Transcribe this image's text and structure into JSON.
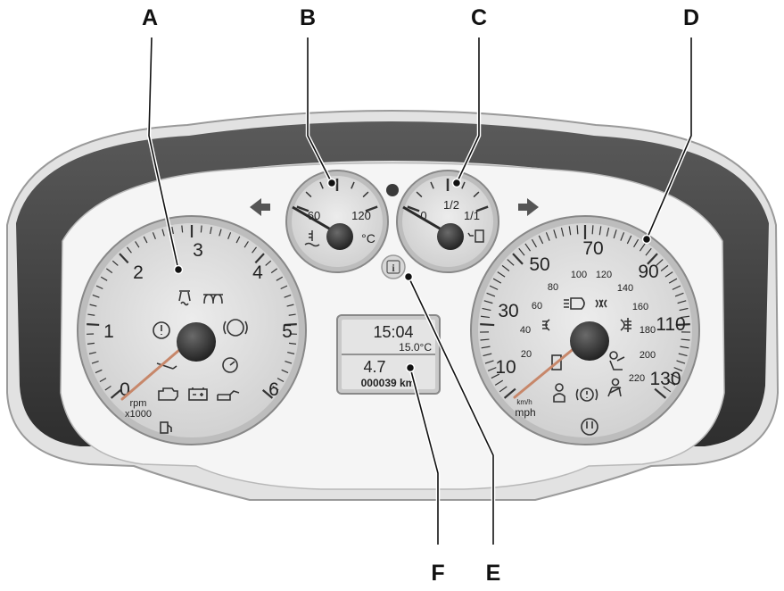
{
  "callouts": [
    "A",
    "B",
    "C",
    "D",
    "E",
    "F"
  ],
  "tachometer": {
    "numbers": [
      "0",
      "1",
      "2",
      "3",
      "4",
      "5",
      "6"
    ],
    "unit_line1": "rpm",
    "unit_line2": "x1000",
    "warning_icons": [
      "traction-control-icon",
      "glow-plug-icon",
      "powertrain-fault-icon",
      "abs-icon",
      "wrench-icon",
      "speed-control-icon",
      "engine-icon",
      "battery-icon",
      "oil-pressure-icon",
      "low-fuel-icon"
    ]
  },
  "temp_gauge": {
    "labels": [
      "60",
      "120"
    ],
    "unit": "°C",
    "icon": "coolant-temperature-icon"
  },
  "fuel_gauge": {
    "labels": [
      "0",
      "1/2",
      "1/1"
    ],
    "icon": "fuel-pump-icon"
  },
  "speedometer": {
    "mph_labels": [
      "10",
      "30",
      "50",
      "70",
      "90",
      "110",
      "130"
    ],
    "kmh_labels": [
      "20",
      "40",
      "60",
      "80",
      "100",
      "120",
      "140",
      "160",
      "180",
      "200",
      "220"
    ],
    "unit_small": "km/h",
    "unit_main": "mph",
    "warning_icons": [
      "high-beam-icon",
      "side-lights-icon",
      "front-fog-icon",
      "rear-fog-icon",
      "door-open-icon",
      "airbag-icon",
      "seatbelt-icon",
      "brake-warning-icon",
      "tire-pressure-icon",
      "fuel-flap-icon"
    ]
  },
  "display": {
    "time": "15:04",
    "temperature": "15.0°C",
    "value": "4.7",
    "odometer": "000039 km"
  },
  "info_button_glyph": "i"
}
